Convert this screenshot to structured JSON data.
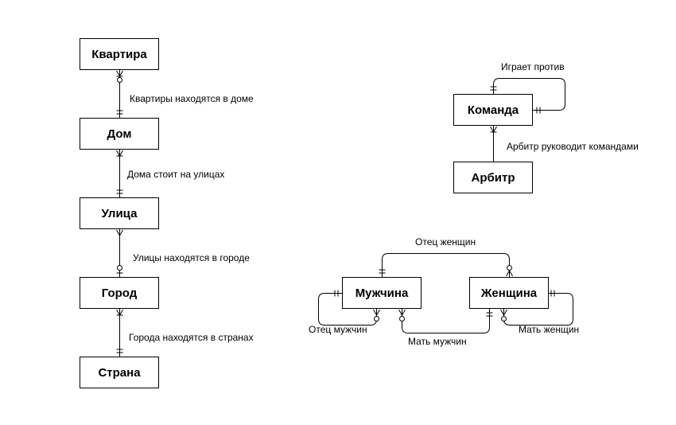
{
  "entities": {
    "apartment": "Квартира",
    "house": "Дом",
    "street": "Улица",
    "city": "Город",
    "country": "Страна",
    "team": "Команда",
    "referee": "Арбитр",
    "man": "Мужчина",
    "woman": "Женщина"
  },
  "relations": {
    "apartments_in_house": "Квартиры находятся в доме",
    "houses_on_streets": "Дома стоит на улицах",
    "streets_in_city": "Улицы находятся в городе",
    "cities_in_countries": "Города находятся в странах",
    "plays_against": "Играет против",
    "referee_leads_teams": "Арбитр руководит командами",
    "father_of_women": "Отец женщин",
    "father_of_men": "Отец мужчин",
    "mother_of_men": "Мать мужчин",
    "mother_of_women": "Мать женщин"
  },
  "colors": {
    "stroke": "#000000",
    "background": "#ffffff"
  }
}
